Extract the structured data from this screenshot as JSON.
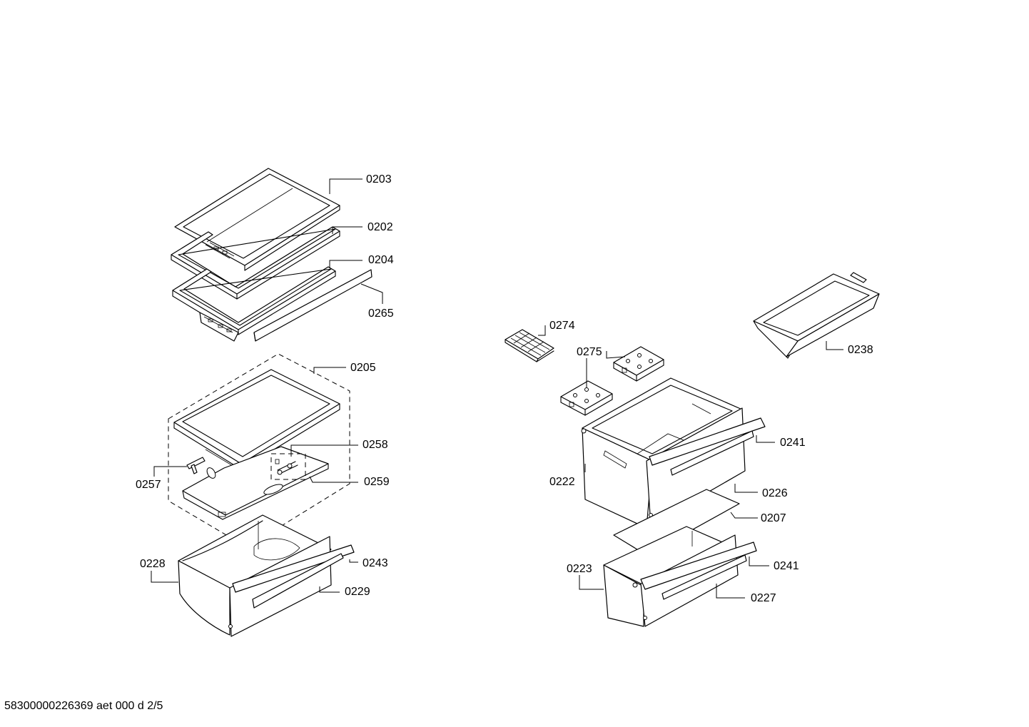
{
  "diagram": {
    "parts": {
      "p0203": "0203",
      "p0202": "0202",
      "p0204": "0204",
      "p0265": "0265",
      "p0205": "0205",
      "p0258": "0258",
      "p0259": "0259",
      "p0257": "0257",
      "p0228": "0228",
      "p0243": "0243",
      "p0229": "0229",
      "p0274": "0274",
      "p0275": "0275",
      "p0238": "0238",
      "p0241a": "0241",
      "p0222": "0222",
      "p0226": "0226",
      "p0207": "0207",
      "p0223": "0223",
      "p0241b": "0241",
      "p0227": "0227"
    },
    "footer": "58300000226369 aet 000 d 2/5"
  }
}
